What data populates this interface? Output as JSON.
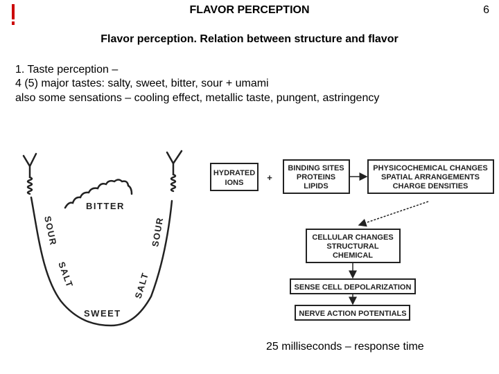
{
  "slide": {
    "title": "FLAVOR PERCEPTION",
    "page_number": "6",
    "subtitle": "Flavor perception. Relation between structure and flavor",
    "lines": [
      "1. Taste perception –",
      "4 (5) major tastes: salty, sweet, bitter, sour + umami",
      "also some sensations – cooling effect, metallic taste, pungent, astringency"
    ],
    "caption": "25 milliseconds – response time",
    "accent_color": "#cc0000"
  },
  "tongue": {
    "bitter": "BITTER",
    "sour": "SOUR",
    "salt": "SALT",
    "sweet": "SWEET"
  },
  "flow": {
    "hydrated": [
      "HYDRATED",
      "IONS"
    ],
    "plus": "+",
    "binding": [
      "BINDING SITES",
      "PROTEINS",
      "LIPIDS"
    ],
    "physico": [
      "PHYSICOCHEMICAL CHANGES",
      "SPATIAL ARRANGEMENTS",
      "CHARGE DENSITIES"
    ],
    "cellular": [
      "CELLULAR CHANGES",
      "STRUCTURAL",
      "CHEMICAL"
    ],
    "depolarization": "SENSE CELL DEPOLARIZATION",
    "nerve": "NERVE ACTION POTENTIALS"
  }
}
